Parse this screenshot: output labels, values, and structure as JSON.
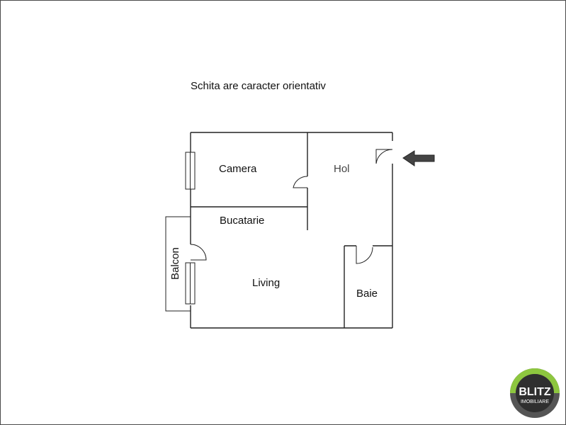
{
  "note": "Schita are caracter orientativ",
  "rooms": {
    "camera": "Camera",
    "hol": "Hol",
    "bucatarie": "Bucatarie",
    "living": "Living",
    "balcon": "Balcon",
    "baie": "Baie"
  },
  "logo": {
    "line1": "BLITZ",
    "line2": "IMOBILIARE",
    "ring_color_1": "#8dc63f",
    "ring_color_2": "#555555",
    "core_color": "#2f2f2f"
  },
  "icons": {
    "entrance": "entrance-arrow-icon"
  }
}
